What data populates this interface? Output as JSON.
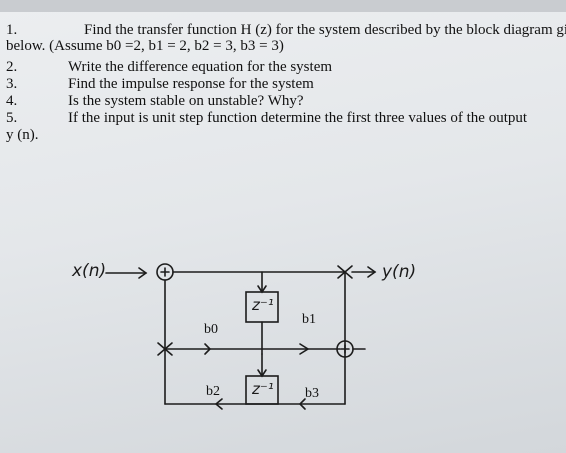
{
  "questions": {
    "q1_num": "1.",
    "q1_line1": "Find the transfer function H (z) for the system described by the block diagram given",
    "q1_line2": "below. (Assume b0 =2, b1 = 2, b2  = 3, b3 = 3)",
    "q2_num": "2.",
    "q2_text": "Write the difference equation for the system",
    "q3_num": "3.",
    "q3_text": "Find the impulse response for the system",
    "q4_num": "4.",
    "q4_text": "Is the system stable on unstable? Why?",
    "q5_num": "5.",
    "q5_text": "If the input is unit step function determine the first three values of the output",
    "q5_cont": "y (n)."
  },
  "diagram": {
    "input_label": "x(n)",
    "output_label": "y(n)",
    "delay1": "z⁻¹",
    "delay2": "z⁻¹",
    "b0": "b0",
    "b1": "b1",
    "b2": "b2",
    "b3": "b3"
  }
}
